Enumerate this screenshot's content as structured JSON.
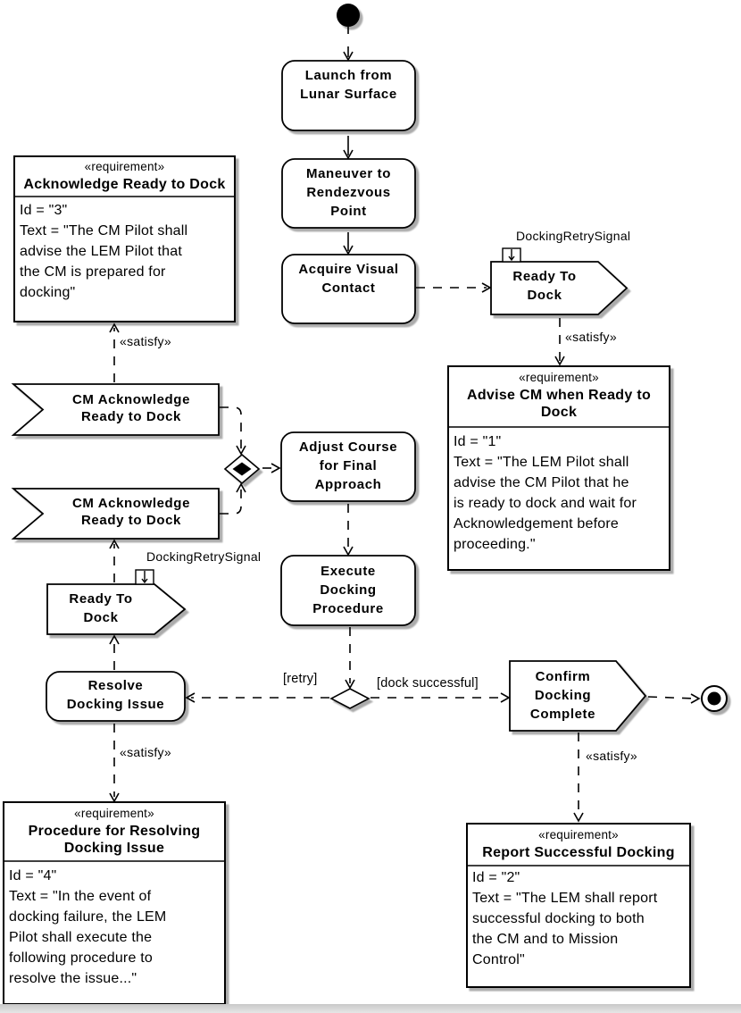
{
  "nodes": {
    "launch": "Launch from\nLunar Surface",
    "maneuver": "Maneuver to\nRendezvous\nPoint",
    "acquire": "Acquire Visual\nContact",
    "adjust_course": "Adjust Course\nfor Final\nApproach",
    "execute_docking": "Execute\nDocking\nProcedure",
    "resolve_issue": "Resolve\nDocking Issue",
    "ready_to_dock_top": "Ready To\nDock",
    "ready_to_dock_bottom": "Ready To\nDock",
    "confirm_docking": "Confirm\nDocking\nComplete",
    "cm_ack_top": "CM Acknowledge\nReady to Dock",
    "cm_ack_bottom": "CM Acknowledge\nReady to Dock"
  },
  "labels": {
    "satisfy": "«satisfy»",
    "retry_guard": "[retry]",
    "dock_successful_guard": "[dock successful]",
    "docking_retry_signal": "DockingRetrySignal"
  },
  "requirements": {
    "stereotype": "«requirement»",
    "acknowledge_ready": {
      "title": "Acknowledge Ready to Dock",
      "body": "Id = \"3\"\nText = \"The CM Pilot shall\nadvise the LEM Pilot that\nthe CM is prepared for\ndocking\""
    },
    "advise_cm": {
      "title": "Advise CM when Ready to\nDock",
      "body": "Id = \"1\"\nText = \"The LEM Pilot shall\nadvise the CM Pilot that he\nis ready to dock and wait for\nAcknowledgement before\nproceeding.\""
    },
    "procedure_resolving": {
      "title": "Procedure for Resolving\nDocking Issue",
      "body": "Id = \"4\"\nText = \"In the event of\ndocking failure, the LEM\nPilot shall execute the\nfollowing procedure to\nresolve the issue...\""
    },
    "report_successful": {
      "title": "Report Successful Docking",
      "body": "Id = \"2\"\nText = \"The LEM shall report\nsuccessful docking to both\nthe CM and to Mission\nControl\""
    }
  }
}
